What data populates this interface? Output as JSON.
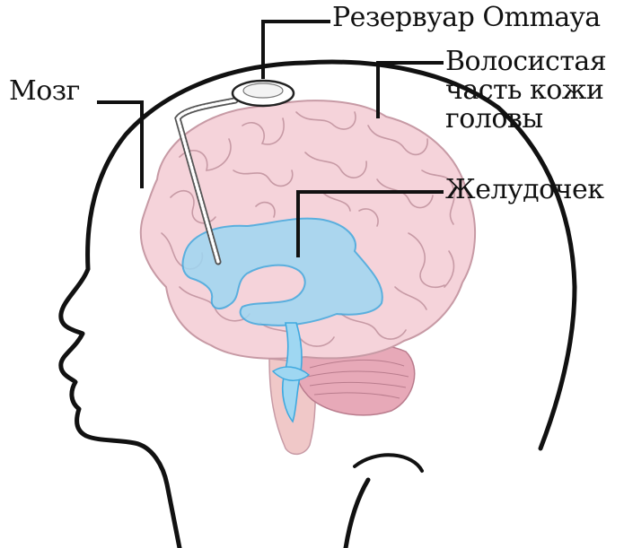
{
  "labels": {
    "reservoir": "Резервуар Ommaya",
    "scalp_line1": "Волосистая",
    "scalp_line2": "часть кожи",
    "scalp_line3": "головы",
    "brain": "Мозг",
    "ventricle": "Желудочек"
  },
  "colors": {
    "outline": "#111111",
    "brain_fill": "#f5d3da",
    "brain_stroke": "#c79aa5",
    "ventricle_fill": "#9fd7f2",
    "ventricle_stroke": "#3fa9df",
    "cerebellum_fill": "#e7a9b8",
    "brainstem_fill": "#f0c8c8"
  }
}
